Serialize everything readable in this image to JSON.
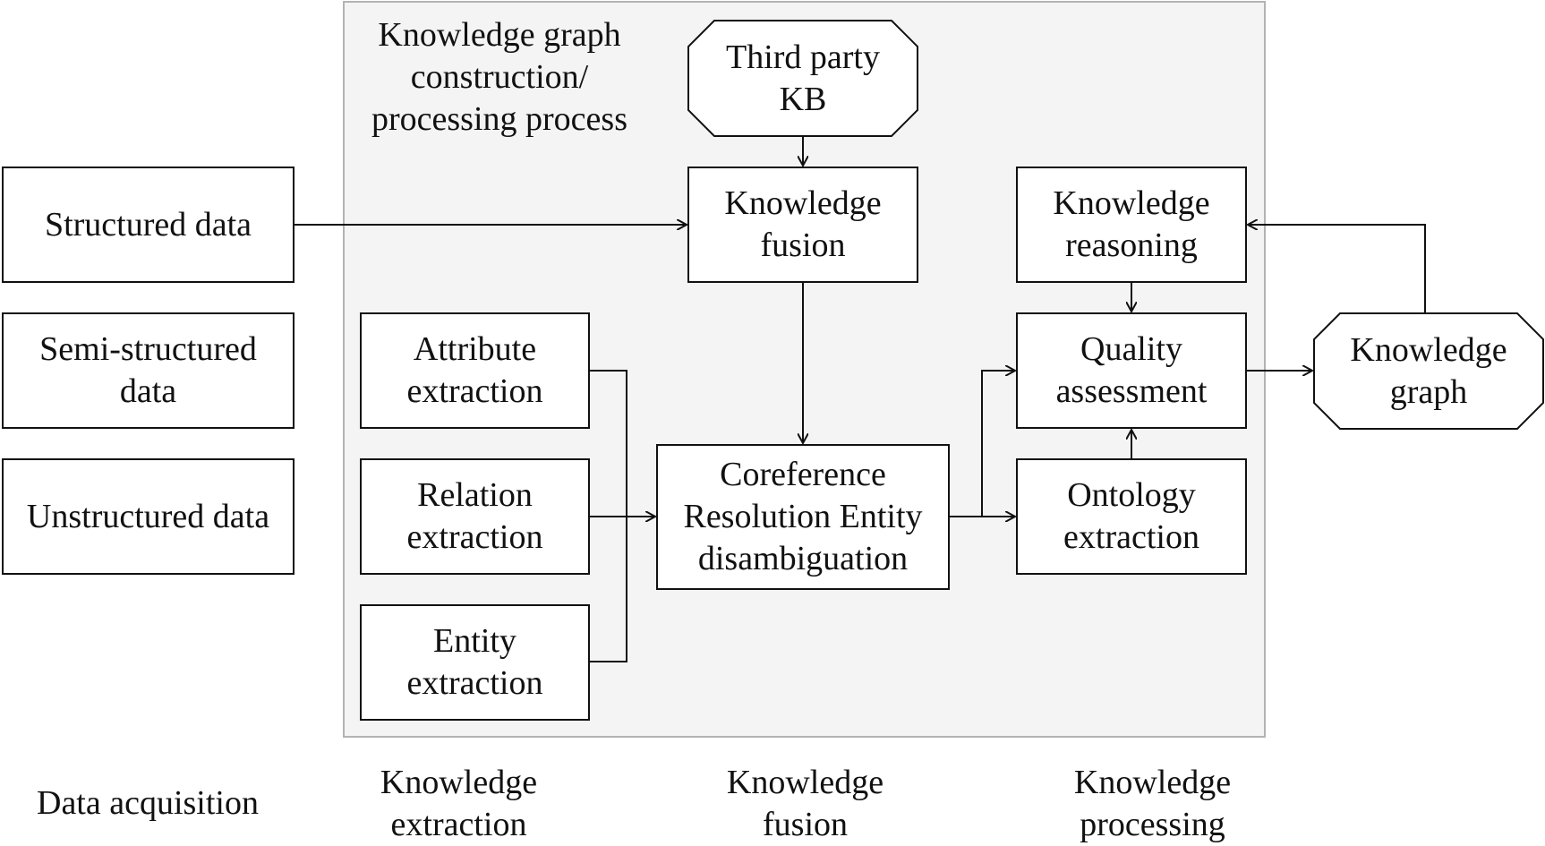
{
  "panel": {
    "title": "Knowledge graph\nconstruction/\nprocessing process"
  },
  "sources": {
    "structured": "Structured data",
    "semi_structured": "Semi-structured\ndata",
    "unstructured": "Unstructured data"
  },
  "extraction": {
    "attribute": "Attribute\nextraction",
    "relation": "Relation\nextraction",
    "entity": "Entity\nextraction"
  },
  "fusion": {
    "third_party": "Third party\nKB",
    "knowledge_fusion": "Knowledge\nfusion",
    "coreference": "Coreference\nResolution Entity\ndisambiguation"
  },
  "processing": {
    "reasoning": "Knowledge\nreasoning",
    "quality": "Quality\nassessment",
    "ontology": "Ontology\nextraction"
  },
  "output": {
    "knowledge_graph": "Knowledge\ngraph"
  },
  "stages": {
    "acquisition": "Data acquisition",
    "extraction": "Knowledge\nextraction",
    "fusion": "Knowledge\nfusion",
    "processing": "Knowledge\nprocessing"
  }
}
